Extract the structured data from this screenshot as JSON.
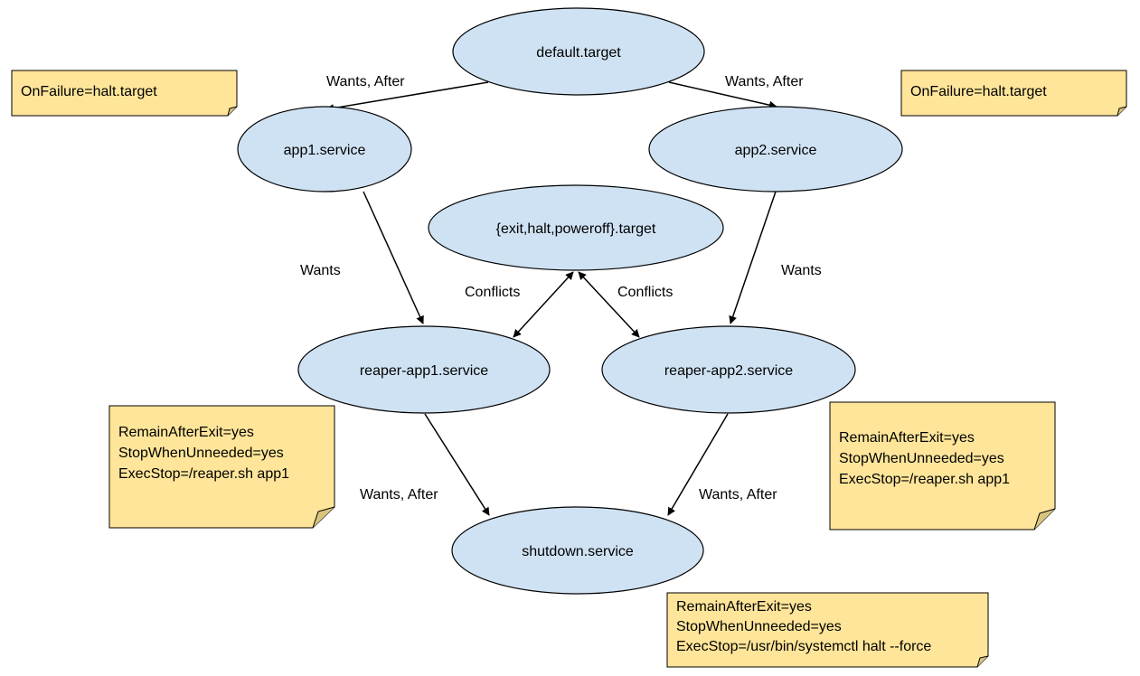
{
  "colors": {
    "node_fill": "#cfe2f3",
    "node_stroke": "#000000",
    "note_fill": "#ffe599",
    "edge_stroke": "#000000"
  },
  "nodes": {
    "default_target": "default.target",
    "app1_service": "app1.service",
    "app2_service": "app2.service",
    "exit_halt_poweroff_target": "{exit,halt,poweroff}.target",
    "reaper_app1_service": "reaper-app1.service",
    "reaper_app2_service": "reaper-app2.service",
    "shutdown_service": "shutdown.service"
  },
  "edges": {
    "default_to_app1": "Wants, After",
    "default_to_app2": "Wants, After",
    "app1_to_reaper1": "Wants",
    "app2_to_reaper2": "Wants",
    "conflicts_reaper1": "Conflicts",
    "conflicts_reaper2": "Conflicts",
    "reaper1_to_shutdown": "Wants, After",
    "reaper2_to_shutdown": "Wants, After"
  },
  "notes": {
    "app1_note": [
      "OnFailure=halt.target"
    ],
    "app2_note": [
      "OnFailure=halt.target"
    ],
    "reaper1_note": [
      "RemainAfterExit=yes",
      "StopWhenUnneeded=yes",
      "ExecStop=/reaper.sh app1"
    ],
    "reaper2_note": [
      "RemainAfterExit=yes",
      "StopWhenUnneeded=yes",
      "ExecStop=/reaper.sh app1"
    ],
    "shutdown_note": [
      "RemainAfterExit=yes",
      "StopWhenUnneeded=yes",
      "ExecStop=/usr/bin/systemctl halt --force"
    ]
  }
}
